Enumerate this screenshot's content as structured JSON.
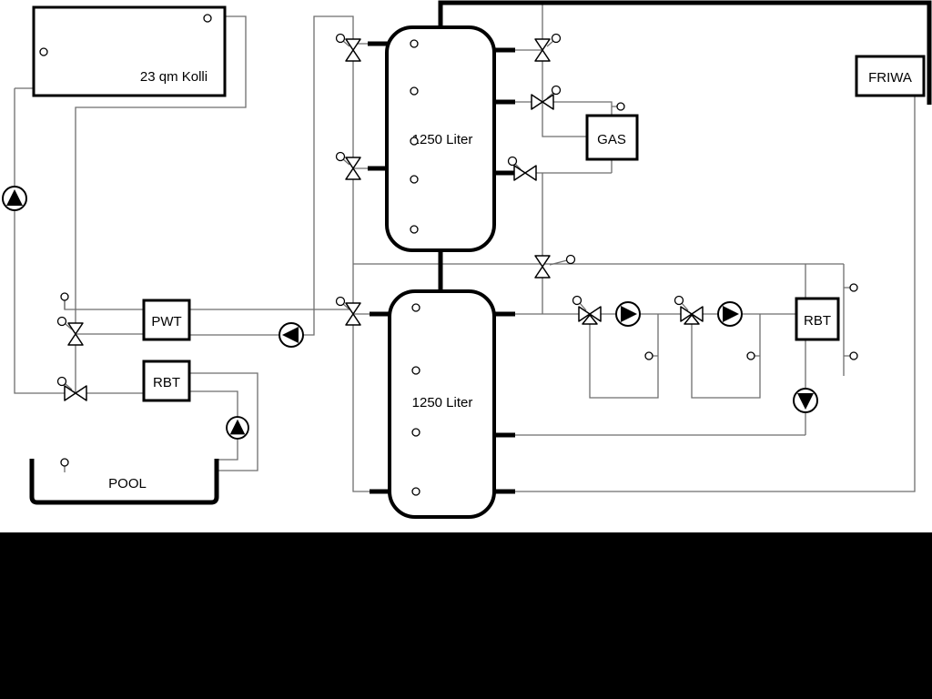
{
  "colors": {
    "background": "#ffffff",
    "outline": "#000000",
    "line": "#6e6e6e",
    "bottom_band": "#000000"
  },
  "labels": {
    "collector": "23 qm Kolli",
    "tank_top": "1250 Liter",
    "tank_bottom": "1250 Liter",
    "pwt": "PWT",
    "rbt_left": "RBT",
    "rbt_right": "RBT",
    "gas": "GAS",
    "friwa": "FRIWA",
    "pool": "POOL"
  },
  "icons": {
    "pump-icon": "circle with solid triangle indicating flow direction",
    "three-way-valve-icon": "bowtie of hollow triangles with small actuator circle",
    "sensor-icon": "small hollow circle with tick line"
  }
}
